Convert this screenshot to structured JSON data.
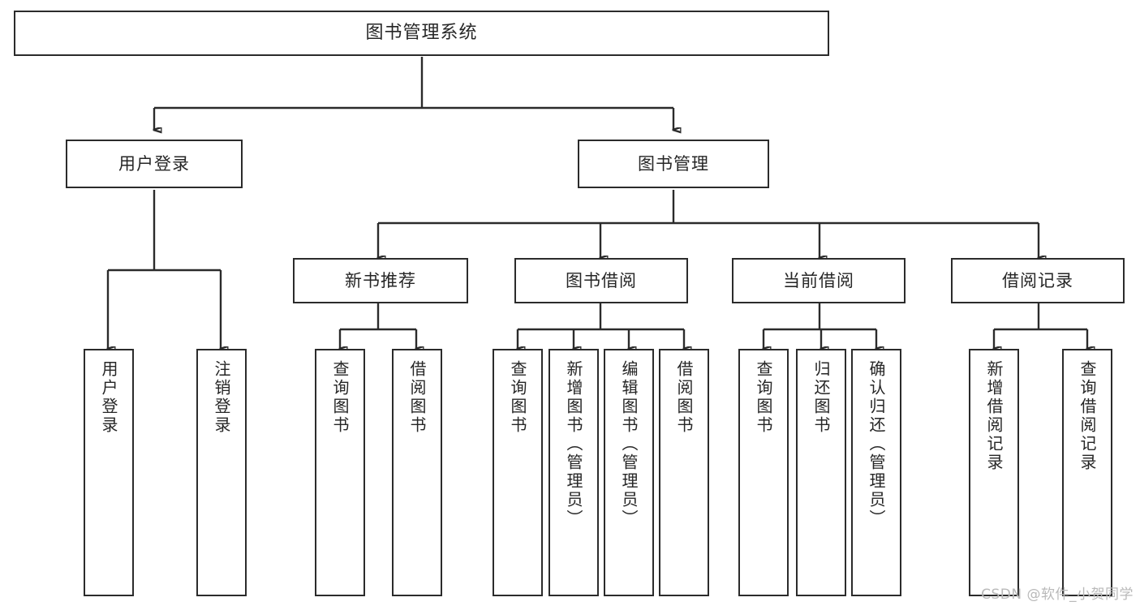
{
  "diagram": {
    "title": "图书管理系统",
    "type": "tree",
    "watermark": "CSDN @软件_小贺同学",
    "colors": {
      "box_border": "#2b2b2b",
      "box_fill": "#ffffff",
      "text": "#262626",
      "connector": "#2b2b2b",
      "watermark": "#b9b9b9",
      "background": "#ffffff"
    },
    "nodes": {
      "root": {
        "label": "图书管理系统",
        "level": 0
      },
      "user_login": {
        "label": "用户登录",
        "level": 1
      },
      "book_manage": {
        "label": "图书管理",
        "level": 1
      },
      "new_book_rec": {
        "label": "新书推荐",
        "level": 2
      },
      "book_borrow": {
        "label": "图书借阅",
        "level": 2
      },
      "current_borrow": {
        "label": "当前借阅",
        "level": 2
      },
      "borrow_record": {
        "label": "借阅记录",
        "level": 2
      },
      "leaf_user_login": {
        "label": "用户登录",
        "level": 2,
        "parent": "用户登录"
      },
      "leaf_logout": {
        "label": "注销登录",
        "level": 2,
        "parent": "用户登录"
      },
      "leaf_query_book_a": {
        "label": "查询图书",
        "level": 3,
        "parent": "新书推荐"
      },
      "leaf_borrow_book_a": {
        "label": "借阅图书",
        "level": 3,
        "parent": "新书推荐"
      },
      "leaf_query_book_b": {
        "label": "查询图书",
        "level": 3,
        "parent": "图书借阅"
      },
      "leaf_add_book": {
        "label": "新增图书（管理员）",
        "level": 3,
        "parent": "图书借阅"
      },
      "leaf_edit_book": {
        "label": "编辑图书（管理员）",
        "level": 3,
        "parent": "图书借阅"
      },
      "leaf_borrow_book_b": {
        "label": "借阅图书",
        "level": 3,
        "parent": "图书借阅"
      },
      "leaf_query_book_c": {
        "label": "查询图书",
        "level": 3,
        "parent": "当前借阅"
      },
      "leaf_return_book": {
        "label": "归还图书",
        "level": 3,
        "parent": "当前借阅"
      },
      "leaf_confirm_return": {
        "label": "确认归还（管理员）",
        "level": 3,
        "parent": "当前借阅"
      },
      "leaf_add_record": {
        "label": "新增借阅记录",
        "level": 3,
        "parent": "借阅记录"
      },
      "leaf_query_record": {
        "label": "查询借阅记录",
        "level": 3,
        "parent": "借阅记录"
      }
    }
  }
}
